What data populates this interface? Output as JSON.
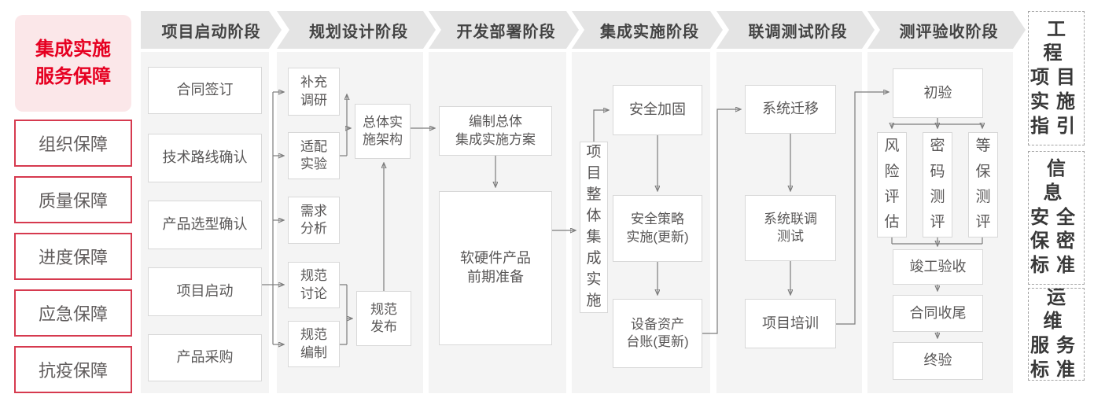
{
  "sidebar": {
    "title": "集成实施\n服务保障",
    "items": [
      "组织保障",
      "质量保障",
      "进度保障",
      "应急保障",
      "抗疫保障"
    ]
  },
  "phases": [
    {
      "label": "项目启动阶段"
    },
    {
      "label": "规划设计阶段"
    },
    {
      "label": "开发部署阶段"
    },
    {
      "label": "集成实施阶段"
    },
    {
      "label": "联调测试阶段"
    },
    {
      "label": "测评验收阶段"
    }
  ],
  "nodes": {
    "contract_signing": "合同签订",
    "tech_route_confirm": "技术路线确认",
    "product_selection_confirm": "产品选型确认",
    "project_kickoff": "项目启动",
    "product_procurement": "产品采购",
    "supplement_research": "补充\n调研",
    "adaptation_experiment": "适配\n实验",
    "requirement_analysis": "需求\n分析",
    "spec_discussion": "规范\n讨论",
    "spec_compilation": "规范\n编制",
    "overall_impl_architecture": "总体实\n施架构",
    "spec_release": "规范\n发布",
    "overall_plan": "编制总体\n集成实施方案",
    "hw_sw_preparation": "软硬件产品\n前期准备",
    "project_overall_integration": "项\n目\n整\n体\n集\n成\n实\n施",
    "security_hardening": "安全加固",
    "security_policy_impl": "安全策略\n实施(更新)",
    "asset_ledger_update": "设备资产\n台账(更新)",
    "system_migration": "系统迁移",
    "system_joint_test": "系统联调\n测试",
    "project_training": "项目培训",
    "initial_acceptance": "初验",
    "risk_assessment": "风\n险\n评\n估",
    "crypto_evaluation": "密\n码\n测\n评",
    "mlps_evaluation": "等\n保\n测\n评",
    "completion_acceptance": "竣工验收",
    "contract_closure": "合同收尾",
    "final_acceptance": "终验"
  },
  "side_panels": [
    {
      "label": "工程\n项目\n实施\n指引"
    },
    {
      "label": "信息\n安全\n保密\n标准"
    },
    {
      "label": "运维\n服务\n标准"
    }
  ],
  "colors": {
    "accent_red": "#e60021",
    "pink_bg": "#fbe7e9",
    "red_border": "#d63a4f",
    "header_bg": "#e4e4e4",
    "header_text": "#434343",
    "column_bg": "#f4f4f4",
    "box_border": "#d8d8d8",
    "box_text": "#595757",
    "line": "#7c7c7c",
    "panel_text": "#383838",
    "panel_border": "#a3a3a3"
  }
}
